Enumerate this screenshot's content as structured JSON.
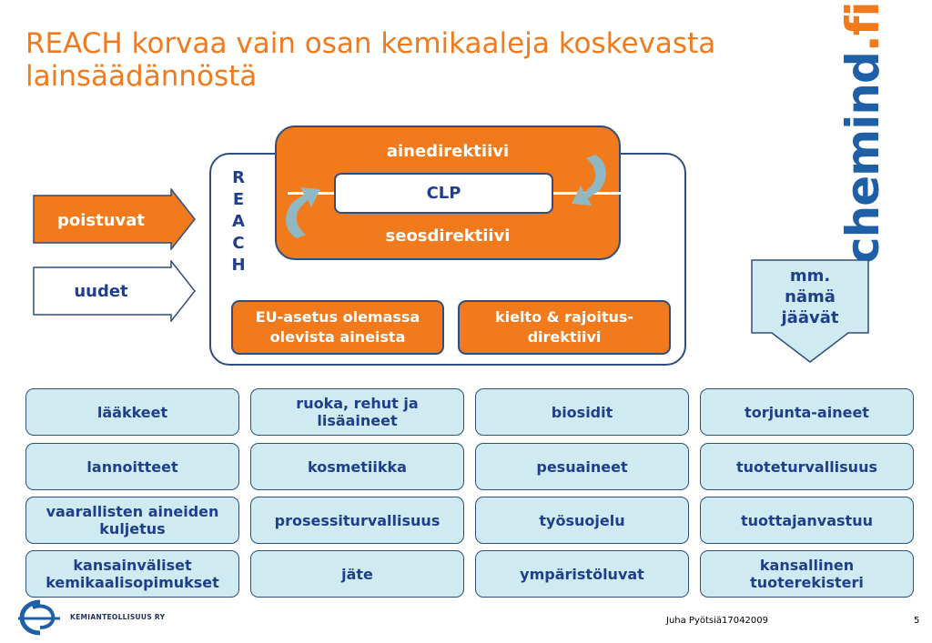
{
  "title": "REACH korvaa vain osan kemikaaleja koskevasta lainsäädännöstä",
  "logo": {
    "part1": "chemind",
    "part2": ".fi"
  },
  "reach_letters": [
    "R",
    "E",
    "A",
    "C",
    "H"
  ],
  "directive_box": {
    "top": "ainedirektiivi",
    "middle": "CLP",
    "bottom": "seosdirektiivi"
  },
  "reach_boxes": [
    {
      "line1": "EU-asetus olemassa",
      "line2": "olevista aineista"
    },
    {
      "line1": "kielto & rajoitus-",
      "line2": "direktiivi"
    }
  ],
  "arrows": {
    "outgoing": "poistuvat",
    "incoming": "uudet"
  },
  "remain_arrow": {
    "line1": "mm.",
    "line2": "nämä",
    "line3": "jäävät"
  },
  "grid": [
    [
      "lääkkeet",
      "ruoka, rehut ja lisäaineet",
      "biosidit",
      "torjunta-aineet"
    ],
    [
      "lannoitteet",
      "kosmetiikka",
      "pesuaineet",
      "tuoteturvallisuus"
    ],
    [
      "vaarallisten aineiden kuljetus",
      "prosessiturvallisuus",
      "työsuojelu",
      "tuottajanvastuu"
    ],
    [
      "kansainväliset kemikaalisopimukset",
      "jäte",
      "ympäristöluvat",
      "kansallinen tuoterekisteri"
    ]
  ],
  "footer": {
    "org": "KEMIANTEOLLISUUS RY",
    "author": "Juha Pyötsiä17042009",
    "page": "5"
  },
  "colors": {
    "orange": "#f07a1c",
    "navy": "#2e4e7e",
    "blue_text": "#1f3f8a",
    "light_blue": "#cfeaf1",
    "logo_blue": "#1f5fa5"
  }
}
